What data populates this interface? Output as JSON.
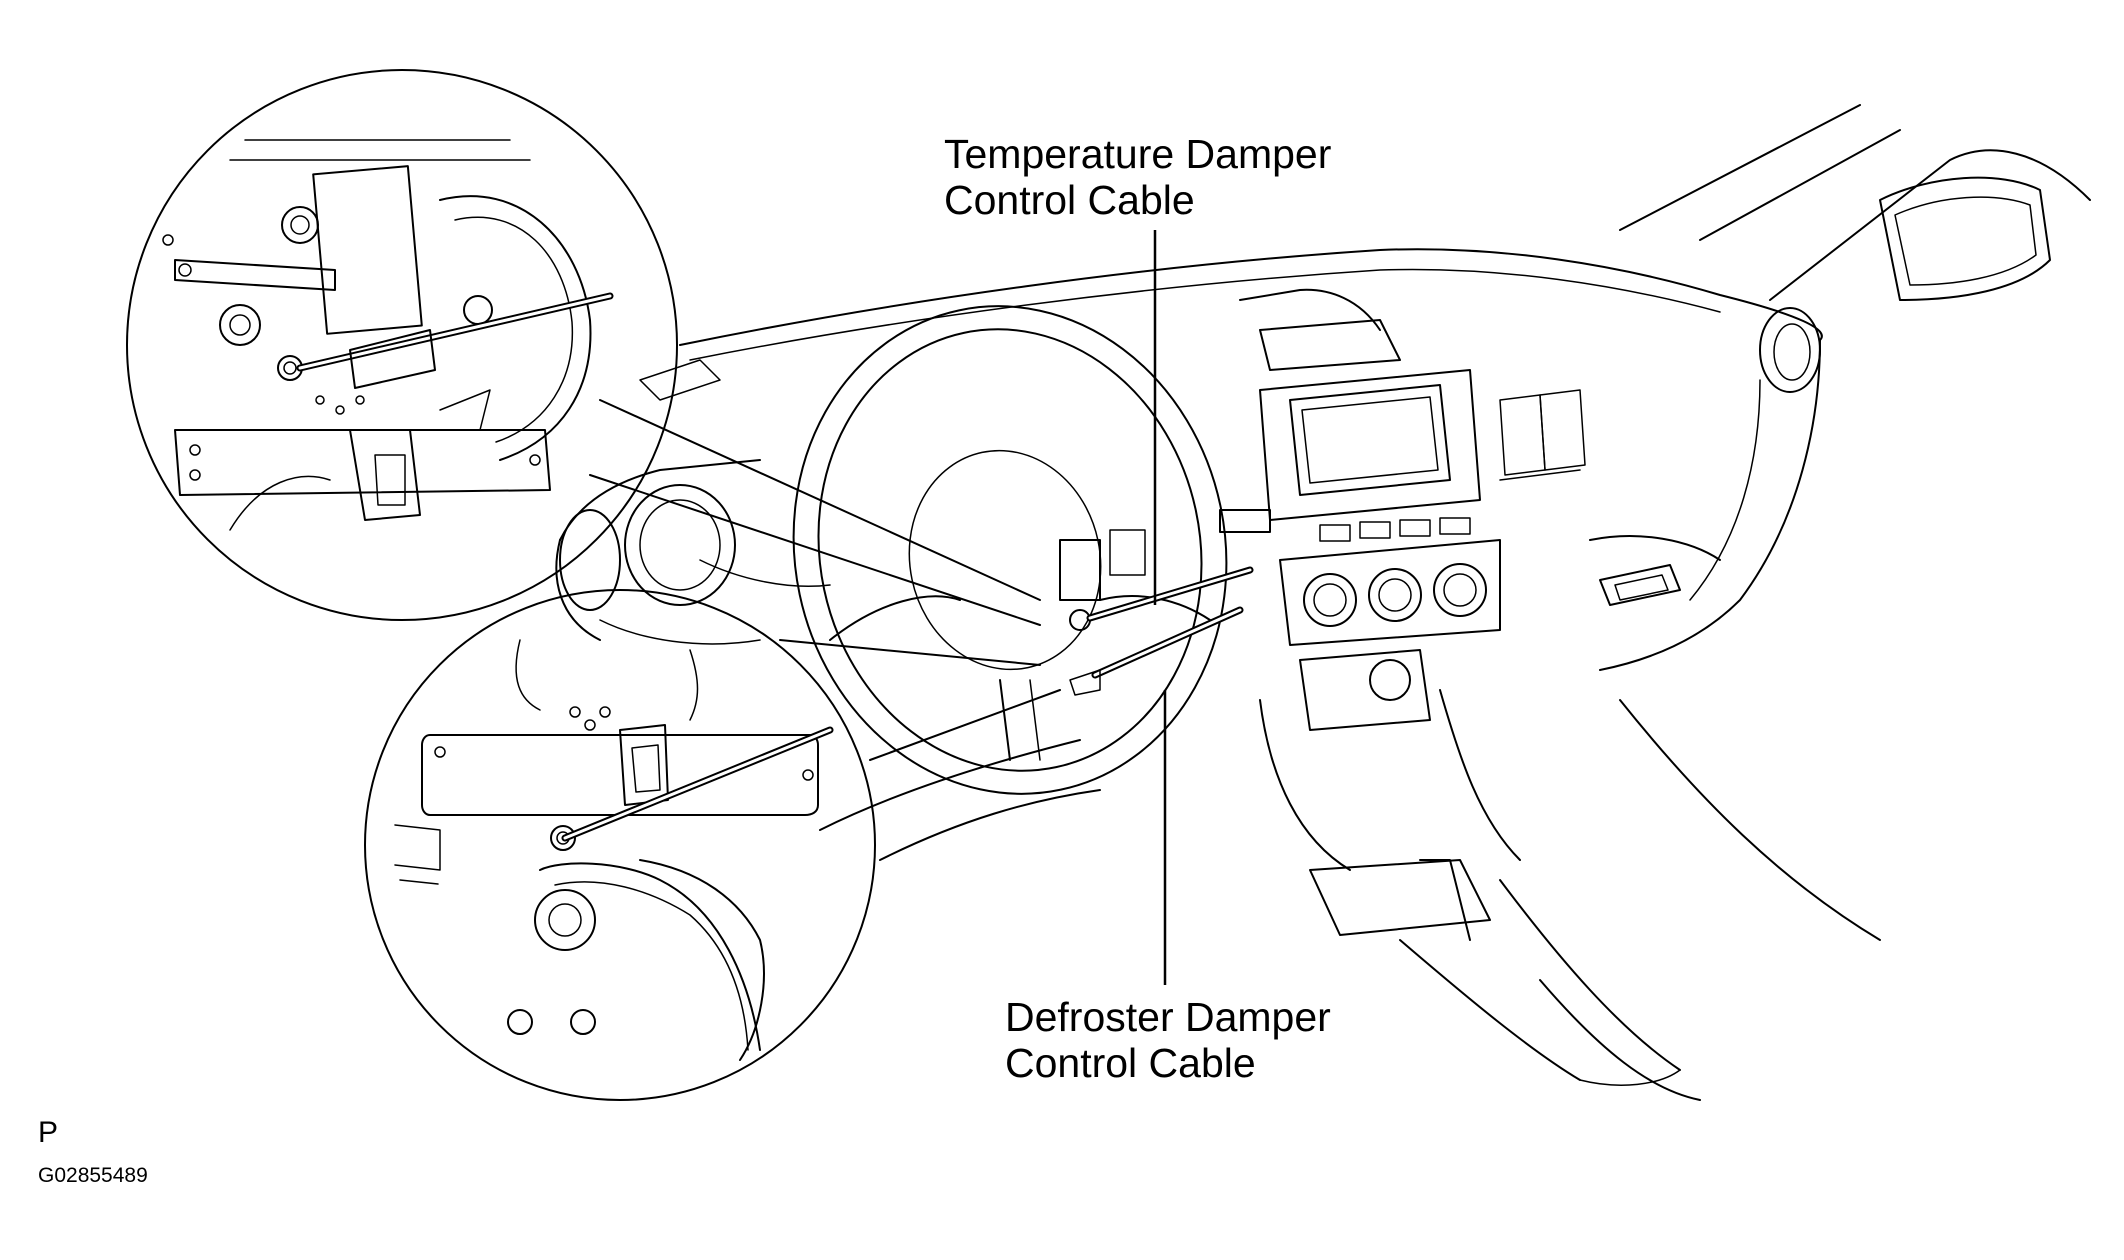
{
  "labels": {
    "temperature_line1": "Temperature Damper",
    "temperature_line2": "Control Cable",
    "defroster_line1": "Defroster Damper",
    "defroster_line2": "Control Cable"
  },
  "footer": {
    "letter": "P",
    "code": "G02855489"
  }
}
